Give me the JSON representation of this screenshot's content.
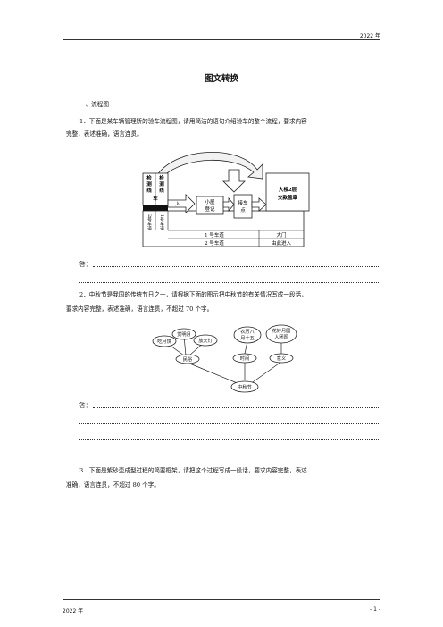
{
  "header": {
    "year": "2022 年"
  },
  "title": "图文转换",
  "section1": "一、流程图",
  "q1": {
    "line1": "1．下面是某车辆管理所的验车流程图，请用简洁的语句介绍验车的整个流程，要求内容",
    "line2": "完整，表述准确，语言连贯。",
    "diagram": {
      "line_a1": "检",
      "line_a2": "测",
      "line_a3": "线",
      "line_b1": "检",
      "line_b2": "测",
      "line_b3": "线",
      "car": "车",
      "lane2_vertical_a": "2号车道",
      "lane1_vertical": "1号车道",
      "enter": "入",
      "register_1": "小屋",
      "register_2": "登记",
      "pickup_1": "接车",
      "pickup_2": "点",
      "building_1": "大楼2层",
      "building_2": "交款盖章",
      "lane1": "1 号车道",
      "lane2": "2 号车道",
      "gate_1": "大门",
      "gate_2": "由此进入"
    }
  },
  "answer_label": "答：",
  "q2": {
    "line1": "2．中秋节是我国的传统节日之一，请根据下面的图示把中秋节的有关情况写成一段话，",
    "line2": "要求内容完整，表述准确，语言连贯，不超过 70 个字。",
    "diagram": {
      "mooncake": "吃月饼",
      "moonwatch": "赏明月",
      "lantern": "放天灯",
      "date_1": "农历八",
      "date_2": "月十五",
      "meaning_1": "花好月圆",
      "meaning_2": "人团圆",
      "customs": "民俗",
      "time": "时间",
      "significance": "意义",
      "festival": "中秋节"
    }
  },
  "q3": {
    "line1": "3．下面是紫砂壶成型过程的简要框架，请把这个过程写成一段话，要求内容完整，表述",
    "line2": "准确，语言连贯，不超过 80 个字。"
  },
  "footer": {
    "year": "2022 年",
    "page": "- 1 -"
  }
}
